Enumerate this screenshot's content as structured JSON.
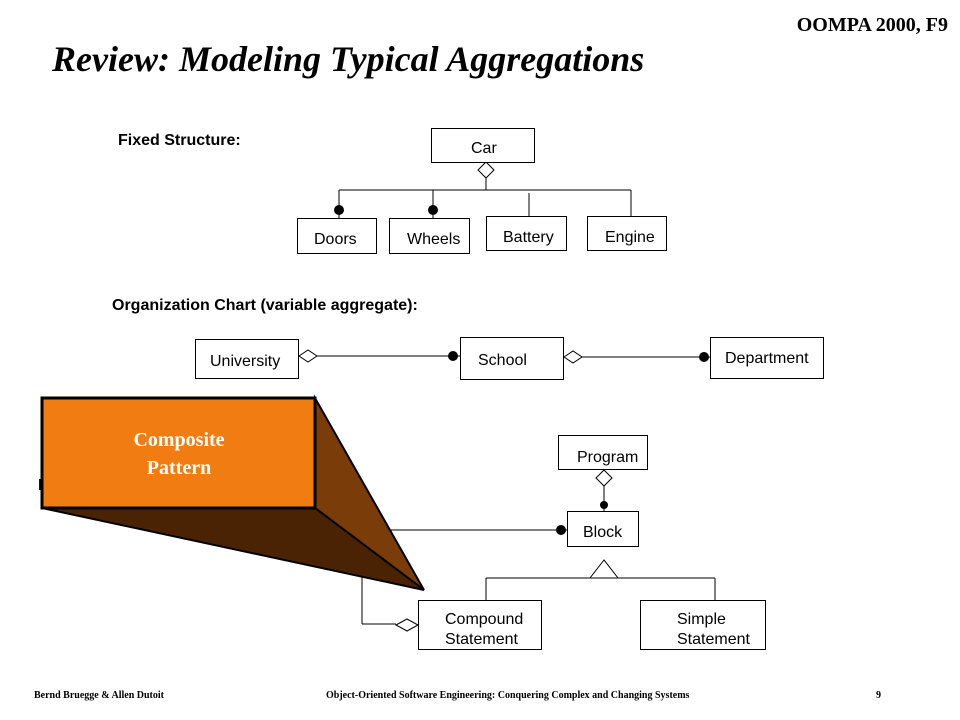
{
  "header": {
    "course": "OOMPA 2000, F9",
    "title": "Review: Modeling Typical Aggregations"
  },
  "sections": {
    "fixed": "Fixed Structure:",
    "org": "Organization Chart (variable aggregate):",
    "dynamic_initial": "D"
  },
  "classes": {
    "car": "Car",
    "doors": "Doors",
    "wheels": "Wheels",
    "battery": "Battery",
    "engine": "Engine",
    "university": "University",
    "school": "School",
    "department": "Department",
    "program": "Program",
    "block": "Block",
    "compound_line1": "Compound",
    "compound_line2": "Statement",
    "simple_line1": "Simple",
    "simple_line2": "Statement"
  },
  "callout": {
    "line1": "Composite",
    "line2": "Pattern",
    "colors": {
      "front": "#f07c12",
      "side": "#7a3c08",
      "bottom": "#4a2304"
    }
  },
  "footer": {
    "authors": "Bernd Bruegge & Allen Dutoit",
    "book": "Object-Oriented Software Engineering: Conquering Complex and Changing Systems",
    "page": "9"
  }
}
